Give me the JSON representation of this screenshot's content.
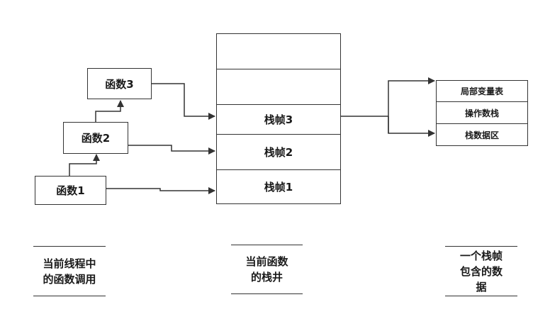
{
  "functions": {
    "f3": "函数3",
    "f2": "函数2",
    "f1": "函数1"
  },
  "stack": {
    "frames": [
      "",
      "",
      "栈帧3",
      "栈帧2",
      "栈帧1"
    ]
  },
  "frame_data": {
    "items": [
      "局部变量表",
      "操作数栈",
      "栈数据区"
    ]
  },
  "captions": {
    "left": "当前线程中\n的函数调用",
    "middle": "当前函数\n的栈井",
    "right": "一个栈帧\n包含的数\n据"
  }
}
